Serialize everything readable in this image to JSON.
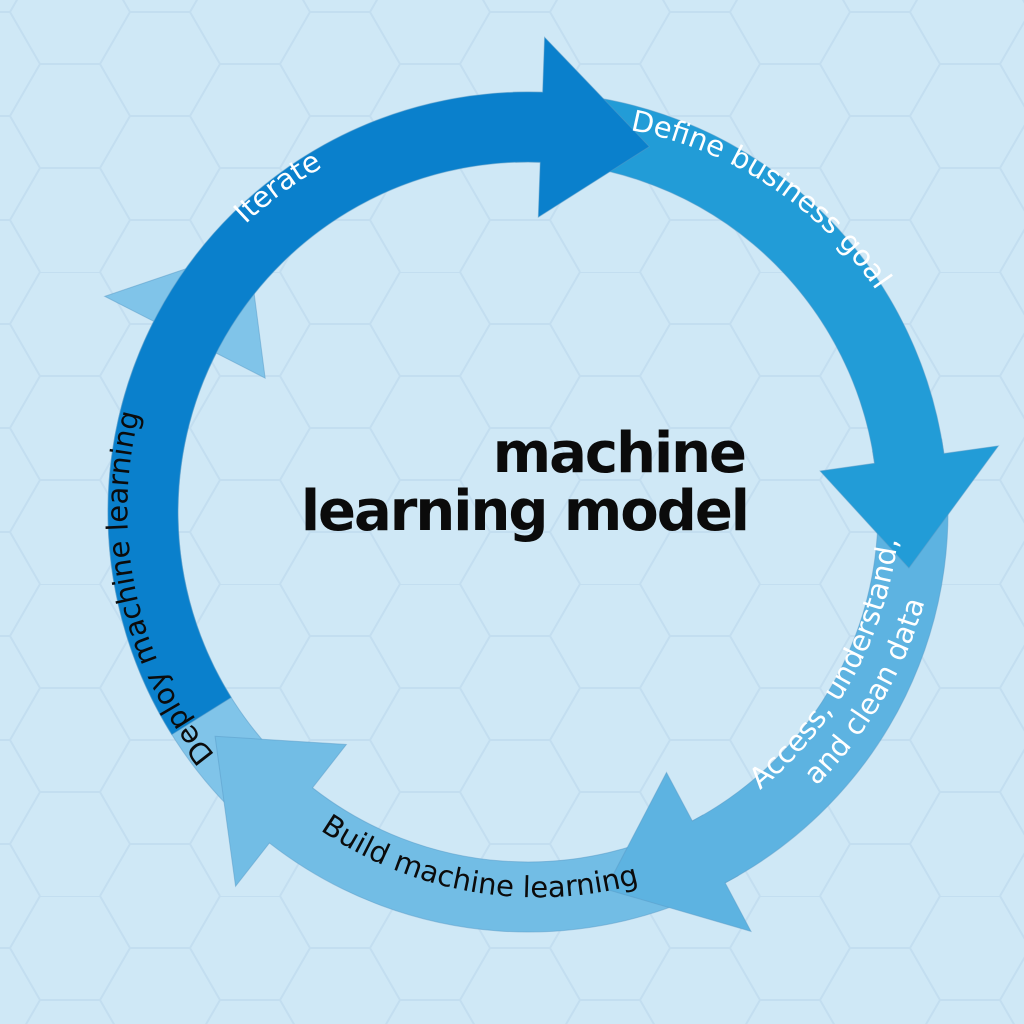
{
  "title": {
    "line1": "machine",
    "line2": "learning model"
  },
  "colors": {
    "background": "#cfe8f6",
    "hex_line": "#c2dff0",
    "outline": "#5a9cc8"
  },
  "cycle": {
    "direction": "clockwise",
    "steps": [
      {
        "id": "iterate",
        "label": "Iterate",
        "fill": "#0a80cc",
        "text_color": "#ffffff"
      },
      {
        "id": "define-business-goal",
        "label": "Define business goal",
        "fill": "#229cd7",
        "text_color": "#ffffff"
      },
      {
        "id": "access-understand-clean-data",
        "label": "Access, understand, and clean data",
        "label_line1": "Access, understand,",
        "label_line2": "and clean data",
        "fill": "#5db3e1",
        "text_color": "#ffffff"
      },
      {
        "id": "build-machine-learning",
        "label": "Build machine learning",
        "fill": "#72bde5",
        "text_color": "#0b0b0b"
      },
      {
        "id": "deploy-machine-learning",
        "label": "Deploy machine learning",
        "fill": "#80c4e9",
        "text_color": "#0b0b0b"
      }
    ]
  }
}
